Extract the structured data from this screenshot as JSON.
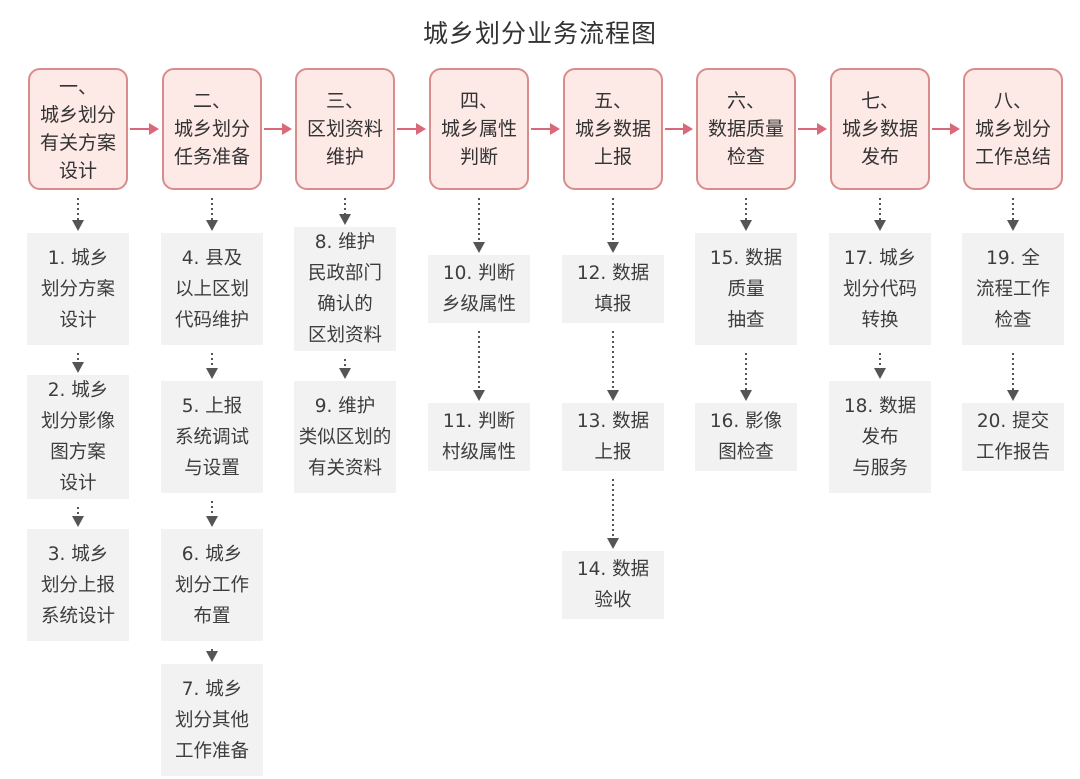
{
  "title": "城乡划分业务流程图",
  "colors": {
    "phase_fill": "#fde9e6",
    "phase_border": "#d98c8c",
    "h_arrow": "#d9687a",
    "task_fill": "#f2f2f2",
    "v_arrow": "#555555"
  },
  "phases": [
    {
      "num": "一、",
      "name": "城乡划分\n有关方案\n设计"
    },
    {
      "num": "二、",
      "name": "城乡划分\n任务准备"
    },
    {
      "num": "三、",
      "name": "区划资料\n维护"
    },
    {
      "num": "四、",
      "name": "城乡属性\n判断"
    },
    {
      "num": "五、",
      "name": "城乡数据\n上报"
    },
    {
      "num": "六、",
      "name": "数据质量\n检查"
    },
    {
      "num": "七、",
      "name": "城乡数据\n发布"
    },
    {
      "num": "八、",
      "name": "城乡划分\n工作总结"
    }
  ],
  "tasks": [
    [
      "1. 城乡\n划分方案\n设计",
      "2. 城乡\n划分影像\n图方案\n设计",
      "3. 城乡\n划分上报\n系统设计"
    ],
    [
      "4. 县及\n以上区划\n代码维护",
      "5. 上报\n系统调试\n与设置",
      "6. 城乡\n划分工作\n布置",
      "7. 城乡\n划分其他\n工作准备"
    ],
    [
      "8. 维护\n民政部门\n确认的\n区划资料",
      "9. 维护\n类似区划的\n有关资料"
    ],
    [
      "10. 判断\n乡级属性",
      "11. 判断\n村级属性"
    ],
    [
      "12. 数据\n填报",
      "13. 数据\n上报",
      "14. 数据\n验收"
    ],
    [
      "15. 数据\n质量\n抽查",
      "16. 影像\n图检查"
    ],
    [
      "17. 城乡\n划分代码\n转换",
      "18. 数据\n发布\n与服务"
    ],
    [
      "19. 全\n流程工作\n检查",
      "20. 提交\n工作报告"
    ]
  ]
}
